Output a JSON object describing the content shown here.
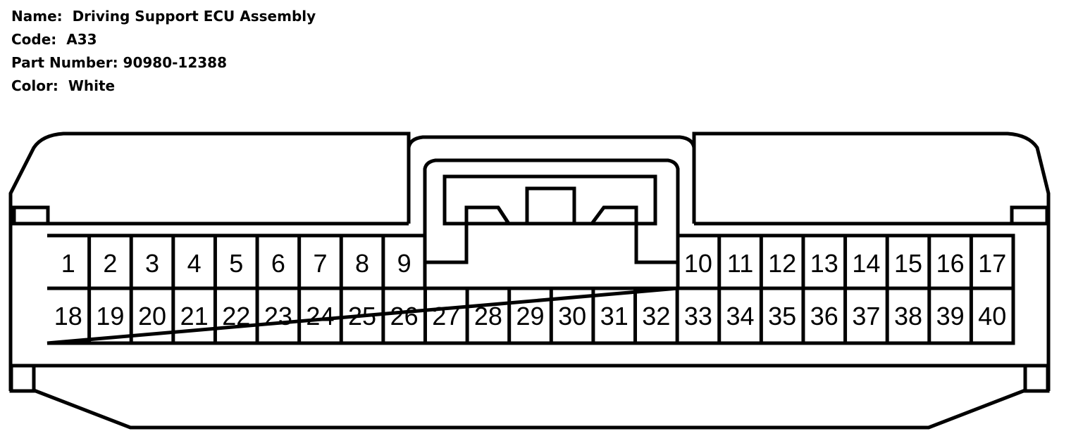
{
  "connector": {
    "name_label": "Name:",
    "name": "Driving Support ECU Assembly",
    "code_label": "Code:",
    "code": "A33",
    "part_number_label": "Part Number:",
    "part_number": "90980-12388",
    "color_label": "Color:",
    "color": "White"
  },
  "pins": {
    "top_left": [
      "1",
      "2",
      "3",
      "4",
      "5",
      "6",
      "7",
      "8",
      "9"
    ],
    "top_right": [
      "10",
      "11",
      "12",
      "13",
      "14",
      "15",
      "16",
      "17"
    ],
    "bottom": [
      "18",
      "19",
      "20",
      "21",
      "22",
      "23",
      "24",
      "25",
      "26",
      "27",
      "28",
      "29",
      "30",
      "31",
      "32",
      "33",
      "34",
      "35",
      "36",
      "37",
      "38",
      "39",
      "40"
    ]
  }
}
